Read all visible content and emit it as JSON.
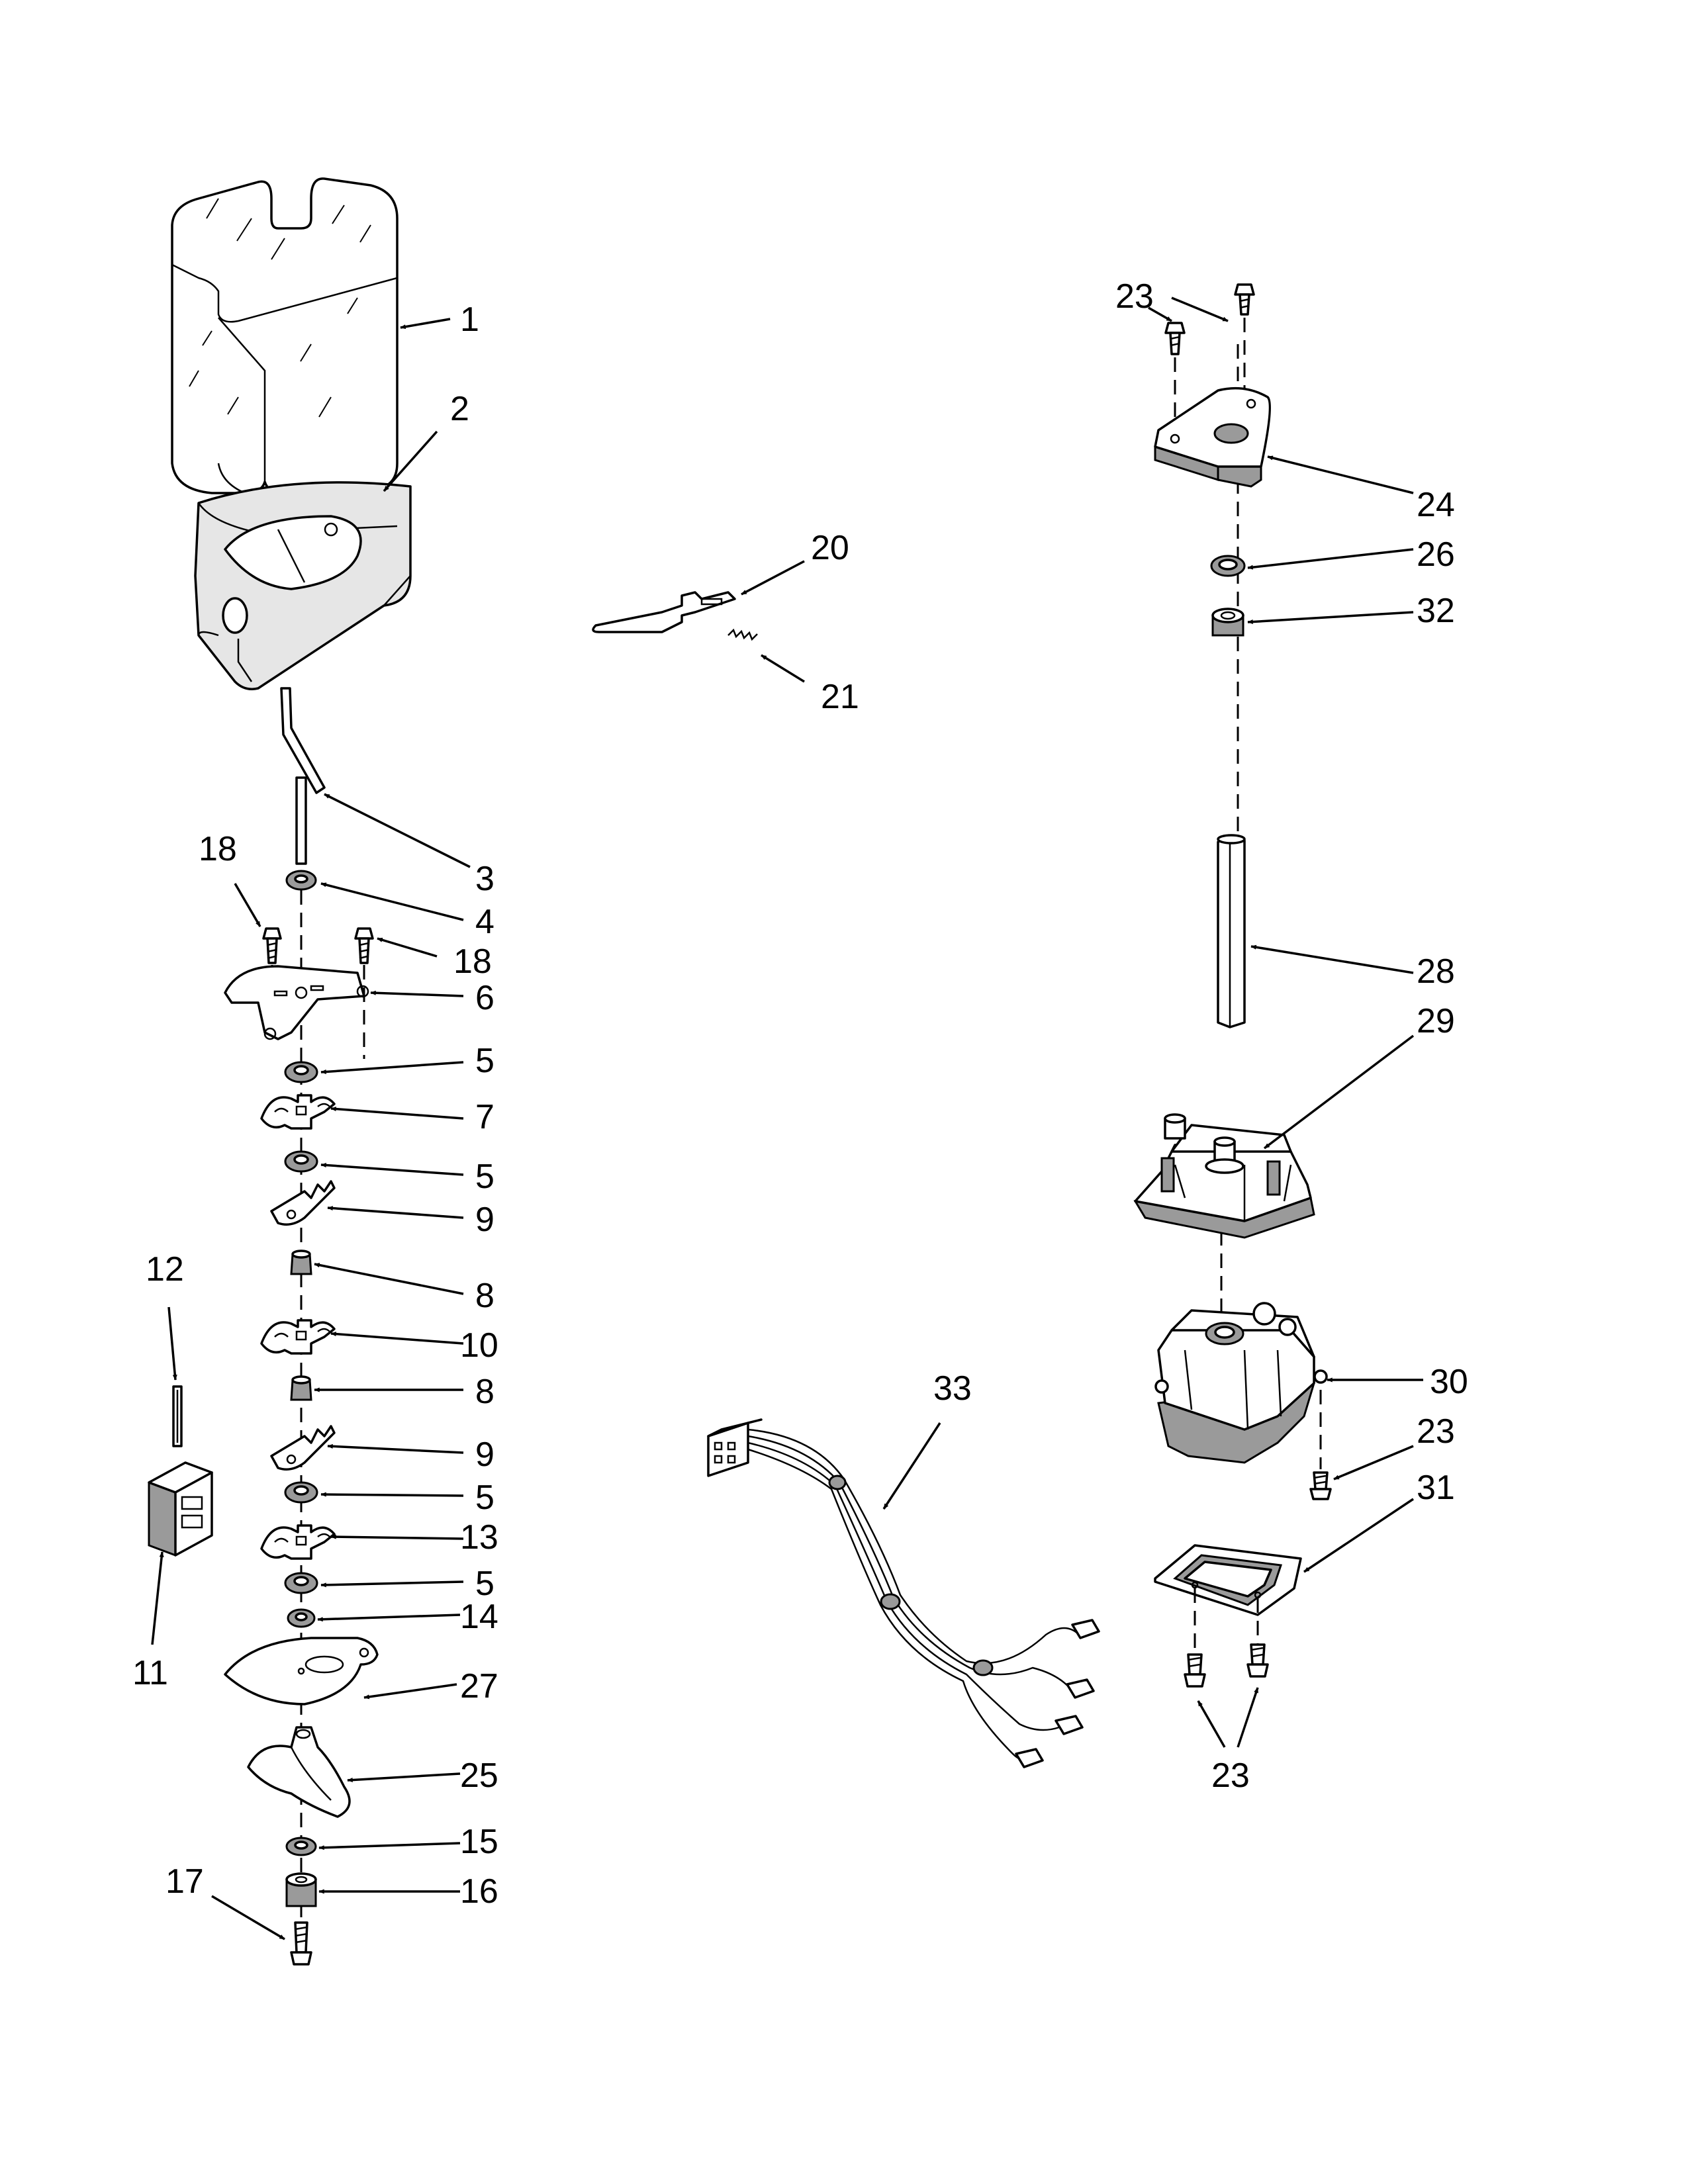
{
  "diagram": {
    "callouts": [
      {
        "id": "c1",
        "text": "1"
      },
      {
        "id": "c2",
        "text": "2"
      },
      {
        "id": "c3",
        "text": "3"
      },
      {
        "id": "c4",
        "text": "4"
      },
      {
        "id": "c18a",
        "text": "18"
      },
      {
        "id": "c18b",
        "text": "18"
      },
      {
        "id": "c6",
        "text": "6"
      },
      {
        "id": "c5a",
        "text": "5"
      },
      {
        "id": "c7",
        "text": "7"
      },
      {
        "id": "c5b",
        "text": "5"
      },
      {
        "id": "c9a",
        "text": "9"
      },
      {
        "id": "c8a",
        "text": "8"
      },
      {
        "id": "c10",
        "text": "10"
      },
      {
        "id": "c8b",
        "text": "8"
      },
      {
        "id": "c9b",
        "text": "9"
      },
      {
        "id": "c5c",
        "text": "5"
      },
      {
        "id": "c13",
        "text": "13"
      },
      {
        "id": "c5d",
        "text": "5"
      },
      {
        "id": "c14",
        "text": "14"
      },
      {
        "id": "c27",
        "text": "27"
      },
      {
        "id": "c25",
        "text": "25"
      },
      {
        "id": "c15",
        "text": "15"
      },
      {
        "id": "c16",
        "text": "16"
      },
      {
        "id": "c17",
        "text": "17"
      },
      {
        "id": "c12",
        "text": "12"
      },
      {
        "id": "c11",
        "text": "11"
      },
      {
        "id": "c20",
        "text": "20"
      },
      {
        "id": "c21",
        "text": "21"
      },
      {
        "id": "c23a",
        "text": "23"
      },
      {
        "id": "c24",
        "text": "24"
      },
      {
        "id": "c26",
        "text": "26"
      },
      {
        "id": "c32",
        "text": "32"
      },
      {
        "id": "c28",
        "text": "28"
      },
      {
        "id": "c29",
        "text": "29"
      },
      {
        "id": "c30",
        "text": "30"
      },
      {
        "id": "c23b",
        "text": "23"
      },
      {
        "id": "c31",
        "text": "31"
      },
      {
        "id": "c23c",
        "text": "23"
      },
      {
        "id": "c33",
        "text": "33"
      }
    ]
  }
}
